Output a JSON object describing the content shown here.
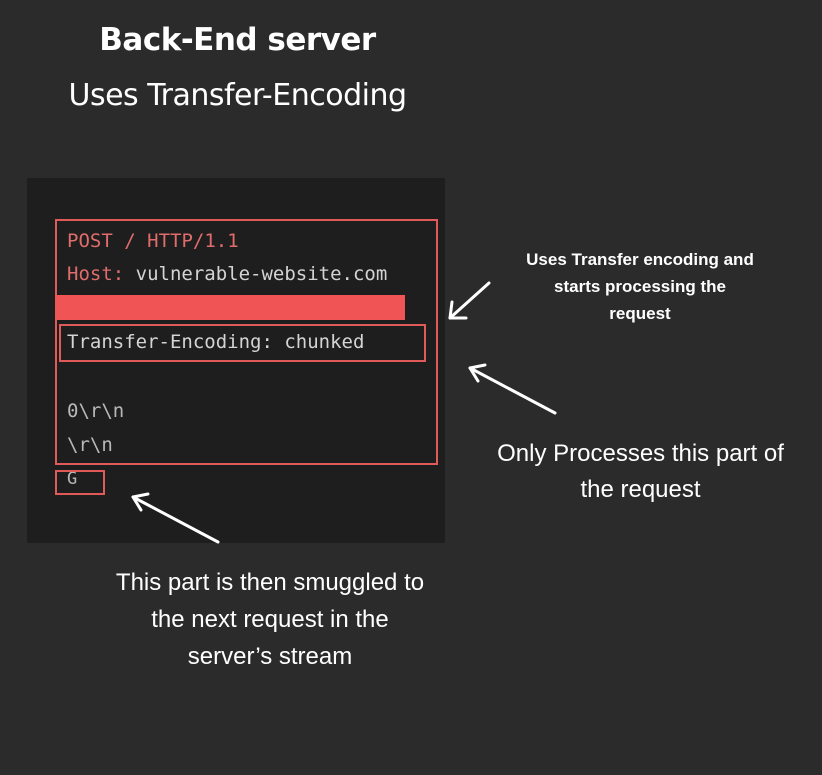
{
  "title": {
    "line1": "Back-End server",
    "line2": "Uses Transfer-Encoding"
  },
  "code": {
    "method": "POST",
    "slash": "/",
    "protocol": "HTTP/1.1",
    "host_key": "Host:",
    "host_value": "vulnerable-website.com",
    "te_key": "Transfer-Encoding:",
    "te_value": "chunked",
    "chunk_zero": "0\\r\\n",
    "crlf": "\\r\\n",
    "smuggled": "G"
  },
  "annotations": {
    "te_note": [
      "Uses Transfer encoding and",
      "starts processing the",
      "request"
    ],
    "process_note": [
      "Only Processes this part of",
      "the request"
    ],
    "smuggle_note": [
      "This part is then smuggled to",
      "the next request in the",
      "server’s stream"
    ]
  },
  "colors": {
    "background": "#2b2b2b",
    "code_panel": "#1e1e1e",
    "highlight_red": "#e05a5a",
    "redaction": "#f05454"
  }
}
